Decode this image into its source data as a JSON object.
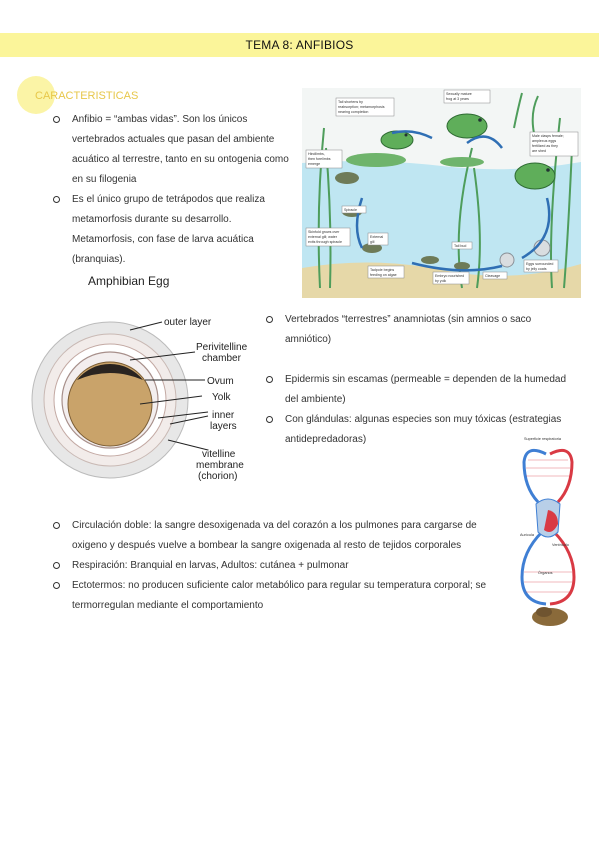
{
  "header": {
    "title": "TEMA 8: ANFIBIOS"
  },
  "section": {
    "heading": "CARACTERISTICAS",
    "intro_points": [
      "Anfibio = “ambas vidas”. Son los únicos vertebrados actuales que pasan del ambiente acuático al terrestre, tanto en su ontogenia como en su filogenia",
      "Es el único grupo de tetrápodos que realiza metamorfosis durante su desarrollo. Metamorfosis, con fase de larva acuática (branquias)."
    ],
    "right_points": [
      "Vertebrados “terrestres” anamniotas (sin amnios o saco amniótico)",
      "Epidermis sin escamas (permeable = dependen de la humedad del ambiente)",
      "Con glándulas: algunas especies son muy tóxicas (estrategias antidepredadoras)"
    ],
    "bottom_points": [
      "Circulación doble: la sangre desoxigenada va del corazón a los pulmones para cargarse de oxigeno y después vuelve a bombear la sangre oxigenada al resto de tejidos corporales",
      "Respiración: Branquial en larvas, Adultos: cutánea + pulmonar",
      "Ectotermos: no producen suficiente calor metabólico para regular su temperatura corporal; se termorregulan mediante el comportamiento"
    ]
  },
  "egg_figure": {
    "title": "Amphibian Egg",
    "labels": {
      "outer_layer": "outer layer",
      "perivitelline_1": "Perivitelline",
      "perivitelline_2": "chamber",
      "ovum": "Ovum",
      "yolk": "Yolk",
      "inner_1": "inner",
      "inner_2": "layers",
      "vitelline_1": "vitelline",
      "vitelline_2": "membrane",
      "vitelline_3": "(chorion)"
    }
  },
  "lifecycle_figure": {
    "labels": {
      "tail_shortens_1": "Tail shortens by",
      "tail_shortens_2": "reabsorption; metamorphosis",
      "tail_shortens_3": "nearing completion",
      "mature_1": "Sexually mature",
      "mature_2": "frog at 3 years",
      "male_1": "Male clasps female;",
      "male_2": "amplexus eggs",
      "male_3": "fertilized as they",
      "male_4": "are shed",
      "hindlimbs_1": "Hindlimbs,",
      "hindlimbs_2": "then forelimbs",
      "hindlimbs_3": "emerge",
      "spiracle": "Spiracle",
      "skinfold_1": "Skinfold grows over",
      "skinfold_2": "external gill; water",
      "skinfold_3": "exits through spiracle",
      "external_gill_1": "External",
      "external_gill_2": "gill",
      "tail_bud": "Tail bud",
      "tadpole_1": "Tadpole begins",
      "tadpole_2": "feeding on algae",
      "embryo_1": "Embryo nourished",
      "embryo_2": "by yolk",
      "cleavage": "Cleavage",
      "eggs_1": "Eggs surrounded",
      "eggs_2": "by jelly coats"
    }
  },
  "heart_figure": {
    "labels": {
      "top": "Superficie respiratoria",
      "aurícula": "Aurícula",
      "ventriculo": "Ventrículo",
      "organos": "Órganos"
    }
  },
  "colors": {
    "title_bar": "#fbf59a",
    "heading": "#e7c74a",
    "water": "#bfe6f2",
    "oxygenated": "#d93a44",
    "deoxygenated": "#3f7fd4"
  }
}
